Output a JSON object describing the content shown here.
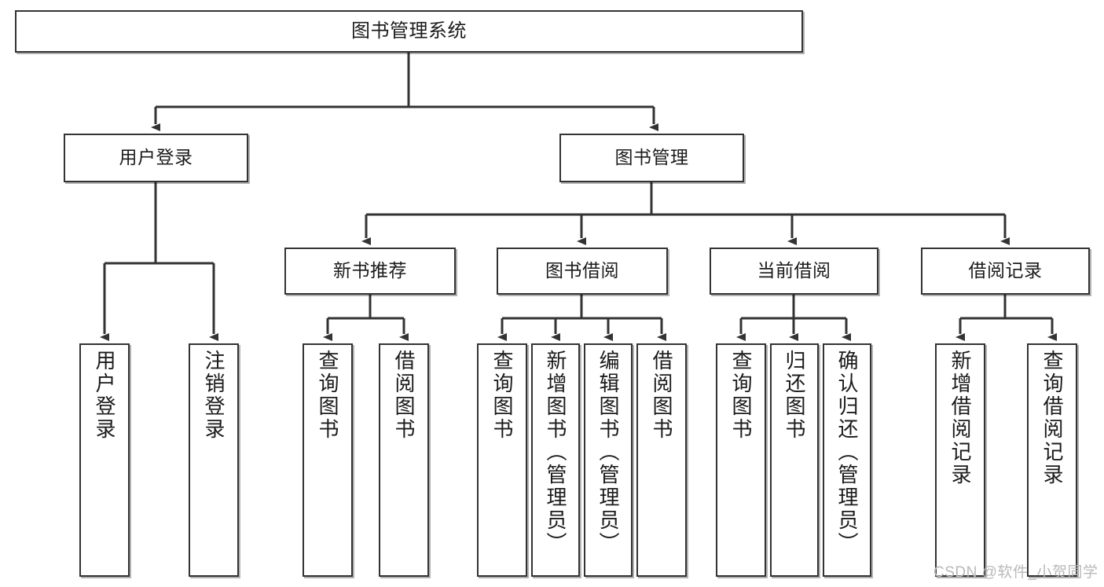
{
  "diagram": {
    "title": "图书管理系统",
    "type": "hierarchy-tree",
    "watermark": "CSDN @软件_小贺同学",
    "colors": {
      "box_border": "#333333",
      "box_fill": "#ffffff",
      "edge": "#333333",
      "text": "#1b1b1b",
      "watermark": "#b9b9b9"
    },
    "levels": {
      "root": {
        "label": "图书管理系统"
      },
      "level2": [
        {
          "label": "用户登录"
        },
        {
          "label": "图书管理"
        }
      ],
      "level3": [
        {
          "label": "新书推荐"
        },
        {
          "label": "图书借阅"
        },
        {
          "label": "当前借阅"
        },
        {
          "label": "借阅记录"
        }
      ],
      "leaves": {
        "user_login": [
          {
            "label": "用户登录"
          },
          {
            "label": "注销登录"
          }
        ],
        "new_book_recommend": [
          {
            "label": "查询图书"
          },
          {
            "label": "借阅图书"
          }
        ],
        "book_borrow": [
          {
            "label": "查询图书"
          },
          {
            "label": "新增图书（管理员）"
          },
          {
            "label": "编辑图书（管理员）"
          },
          {
            "label": "借阅图书"
          }
        ],
        "current_borrow": [
          {
            "label": "查询图书"
          },
          {
            "label": "归还图书"
          },
          {
            "label": "确认归还（管理员）"
          }
        ],
        "borrow_record": [
          {
            "label": "新增借阅记录"
          },
          {
            "label": "查询借阅记录"
          }
        ]
      }
    }
  }
}
